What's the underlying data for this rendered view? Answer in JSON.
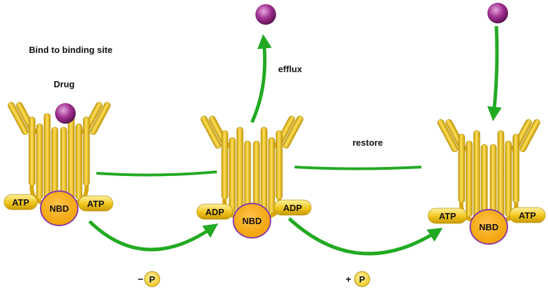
{
  "labels": {
    "bind_site": "Bind to binding site",
    "drug": "Drug",
    "efflux": "efflux",
    "restore": "restore",
    "minus_sign": "−",
    "plus_sign": "+",
    "phosphate": "P"
  },
  "transporters": [
    {
      "left_pill": "ATP",
      "right_pill": "ATP",
      "domain": "NBD",
      "has_drug": true
    },
    {
      "left_pill": "ADP",
      "right_pill": "ADP",
      "domain": "NBD",
      "has_drug": false
    },
    {
      "left_pill": "ATP",
      "right_pill": "ATP",
      "domain": "NBD",
      "has_drug": false
    }
  ],
  "colors": {
    "helix": "#f0c419",
    "helix_edge": "#b8920a",
    "nbd_fill": "#f5a200",
    "nbd_edge": "#8a3aa8",
    "pill_fill": "#f0c419",
    "arrow": "#22aa22",
    "drug": "#a0308f"
  }
}
